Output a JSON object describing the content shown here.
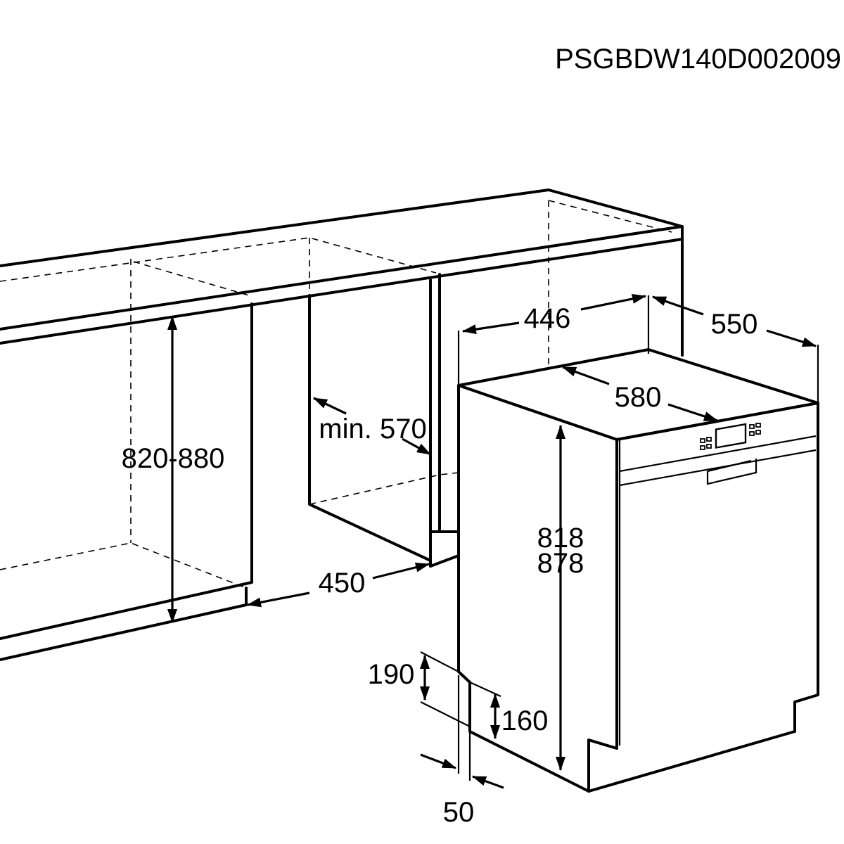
{
  "document_code": "PSGBDW140D002009",
  "dimensions": {
    "niche_height": "820-880",
    "niche_depth_min": "min. 570",
    "niche_width": "450",
    "appliance_width": "446",
    "appliance_depth": "550",
    "door_open_depth": "580",
    "appliance_height_1": "818",
    "appliance_height_2": "878",
    "plinth_height_max": "190",
    "plinth_height_min": "160",
    "plinth_setback": "50"
  },
  "icons": {
    "arrowhead": "arrowhead-icon"
  }
}
